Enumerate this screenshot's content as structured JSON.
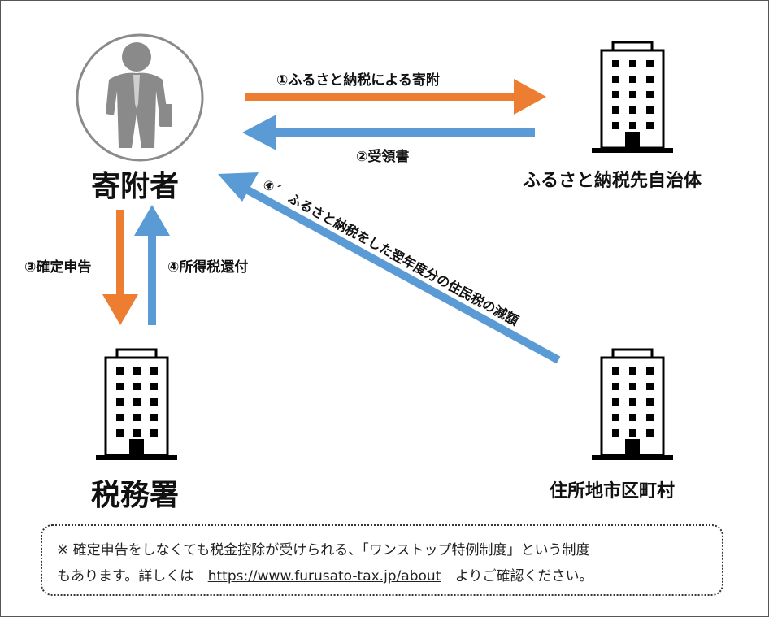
{
  "actors": {
    "donor": "寄附者",
    "municipality": "ふるさと納税先自治体",
    "tax_office": "税務署",
    "residence": "住所地市区町村"
  },
  "arrows": {
    "donation": "①ふるさと納税による寄附",
    "receipt": "②受領書",
    "tax_return": "③確定申告",
    "income_tax_refund": "④所得税還付",
    "resident_tax_reduction_num": "④´",
    "resident_tax_reduction": "ふるさと納税をした翌年度分の住民税の減額"
  },
  "colors": {
    "orange": "#ED7D31",
    "blue": "#5B9BD5"
  },
  "note": {
    "line1": "※ 確定申告をしなくても税金控除が受けられる、「ワンストップ特例制度」という制度",
    "line2_prefix": "もあります。詳しくは",
    "link": "https://www.furusato-tax.jp/about",
    "line2_suffix": "よりご確認ください。"
  },
  "icons": {
    "donor": "person-icon",
    "buildings": "building-icon"
  }
}
